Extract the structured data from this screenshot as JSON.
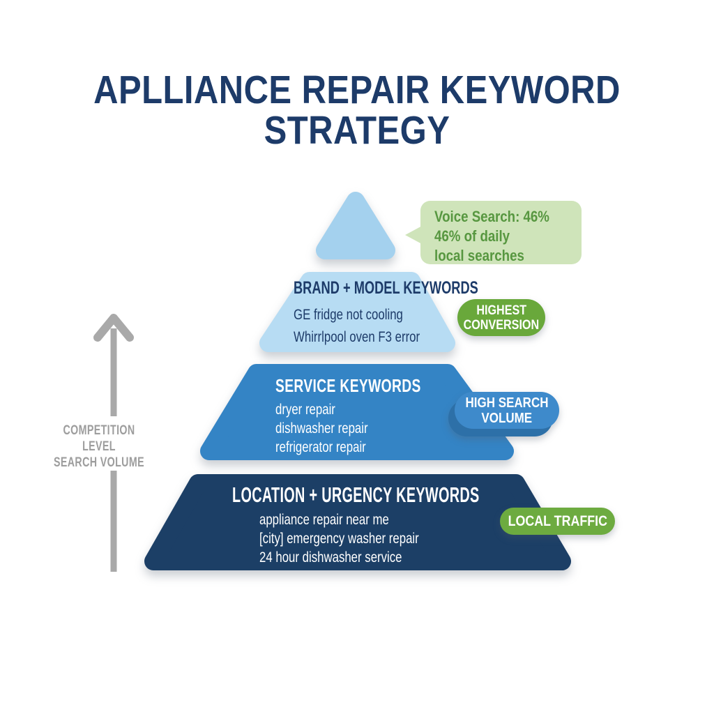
{
  "title": {
    "line1": "APLLIANCE REPAIR KEYWORD",
    "line2": "STRATEGY"
  },
  "axis_label": {
    "line1": "COMPETITION LEVEL",
    "line2": "SEARCH VOLUME"
  },
  "voice_bubble": {
    "line1": "Voice Search: 46%",
    "line2": "46% of daily",
    "line3": "local searches"
  },
  "tiers": {
    "voice_search": {
      "label": "voice-search-apex"
    },
    "brand_model": {
      "title": "BRAND + MODEL KEYWORDS",
      "items": [
        "GE fridge not cooling",
        "Whirrlpool oven F3 error"
      ],
      "badge": {
        "line1": "HIGHEST",
        "line2": "CONVERSION"
      }
    },
    "service": {
      "title": "SERVICE KEYWORDS",
      "items": [
        "dryer repair",
        "dishwasher repair",
        "refrigerator repair"
      ],
      "badge": {
        "line1": "HIGH SEARCH",
        "line2": "VOLUME"
      }
    },
    "location_urgency": {
      "title": "LOCATION + URGENCY KEYWORDS",
      "items": [
        "appliance repair near me",
        "[city] emergency washer repair",
        "24 hour dishwasher service"
      ],
      "badge": {
        "line1": "LOCAL TRAFFIC"
      }
    }
  },
  "colors": {
    "title_navy": "#1d3b69",
    "tier_top": "#a4d1ee",
    "tier_brand": "#b7dcf3",
    "tier_service": "#3484c5",
    "tier_location": "#1c3f66",
    "badge_green": "#69a83b",
    "badge_green_local": "#6dab40",
    "badge_blue": "#3e8acb",
    "badge_blue_shadow": "#2d70a8",
    "bubble_bg": "#cfe4ba",
    "bubble_text": "#579740",
    "arrow_gray": "#a9a9a9",
    "label_gray": "#9d9d9d",
    "background": "#ffffff"
  }
}
